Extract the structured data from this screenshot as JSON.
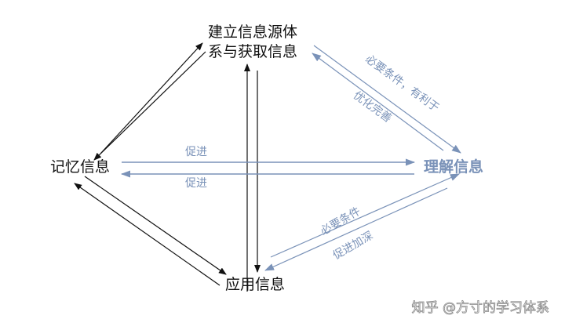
{
  "nodes": {
    "top_line1": "建立信息源体",
    "top_line2": "系与获取信息",
    "left": "记忆信息",
    "right": "理解信息",
    "bottom": "应用信息"
  },
  "edge_labels": {
    "left_to_right": "促进",
    "right_to_left": "促进",
    "top_to_right": "必要条件，有利于",
    "right_to_top": "优化完善",
    "bottom_to_right": "必要条件",
    "right_to_bottom": "促进加深"
  },
  "watermark": "知乎 @方寸的学习体系",
  "colors": {
    "black": "#111111",
    "blue": "#7a92b8"
  }
}
